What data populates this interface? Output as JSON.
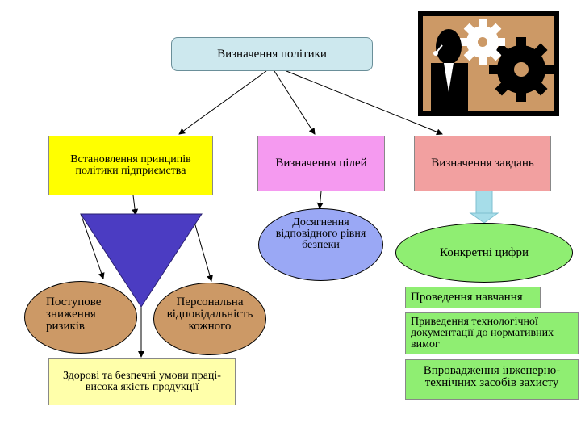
{
  "top": {
    "label": "Визначення політики"
  },
  "level2": {
    "principles": "Встановлення принципів політики підприємства",
    "goals": "Визначення цілей",
    "tasks": "Визначення завдань"
  },
  "goal_child": "Досягнення відповідного рівня безпеки",
  "tasks_child": "Конкретні цифри",
  "principles_children": {
    "gradual": "Поступове зниження ризиків",
    "personal": "Персональна відповідальність кожного"
  },
  "result": "Здорові та безпечні умови праці-висока якість продукції",
  "actions": [
    "Проведення навчання",
    "Приведення технологічної документації до нормативних вимог",
    "Впровадження інженерно-технічних засобів захисту"
  ],
  "colors": {
    "top_fill": "#cde8ee",
    "yellow": "#ffff00",
    "pink": "#f59af0",
    "salmon": "#f2a0a0",
    "lavender": "#9aa8f5",
    "green": "#8fee72",
    "tan": "#cc9966",
    "triangle": "#4b3cc2",
    "arrow_down": "#a6dde9"
  },
  "illustration": {
    "icon": "person-with-gears-icon"
  }
}
